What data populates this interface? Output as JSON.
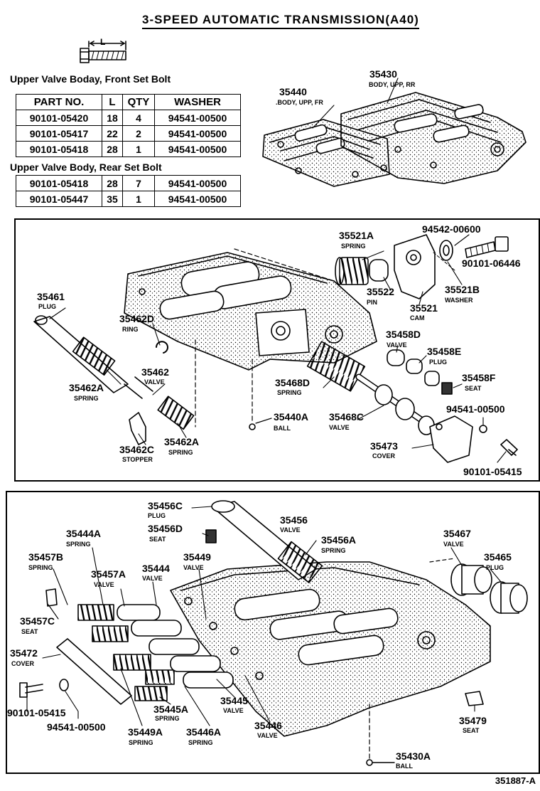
{
  "title": "3-SPEED AUTOMATIC TRANSMISSION(A40)",
  "bolt_dim_label": "L",
  "front_bolt_heading": "Upper Valve Boday, Front Set Bolt",
  "rear_bolt_heading": "Upper Valve Body, Rear Set Bolt",
  "table_headers": [
    "PART NO.",
    "L",
    "QTY",
    "WASHER"
  ],
  "front_rows": [
    [
      "90101-05420",
      "18",
      "4",
      "94541-00500"
    ],
    [
      "90101-05417",
      "22",
      "2",
      "94541-00500"
    ],
    [
      "90101-05418",
      "28",
      "1",
      "94541-00500"
    ]
  ],
  "rear_rows": [
    [
      "90101-05418",
      "28",
      "7",
      "94541-00500"
    ],
    [
      "90101-05447",
      "35",
      "1",
      "94541-00500"
    ]
  ],
  "top_parts": {
    "p35440": {
      "num": "35440",
      "desc": ".BODY, UPP, FR"
    },
    "p35430": {
      "num": "35430",
      "desc": "BODY, UPP, RR"
    }
  },
  "mid_parts": {
    "p35521A": {
      "num": "35521A",
      "desc": "SPRING"
    },
    "p94542": {
      "num": "94542-00600"
    },
    "p90101_06446": {
      "num": "90101-06446"
    },
    "p35522": {
      "num": "35522",
      "desc": "PIN"
    },
    "p35521B": {
      "num": "35521B",
      "desc": "WASHER"
    },
    "p35521": {
      "num": "35521",
      "desc": "CAM"
    },
    "p35461": {
      "num": "35461",
      "desc": "PLUG"
    },
    "p35462D": {
      "num": "35462D",
      "desc": "RING"
    },
    "p35458D": {
      "num": "35458D",
      "desc": "VALVE"
    },
    "p35458E": {
      "num": "35458E",
      "desc": "PLUG"
    },
    "p35462": {
      "num": "35462",
      "desc": "VALVE"
    },
    "p35462A1": {
      "num": "35462A",
      "desc": "SPRING"
    },
    "p35468D": {
      "num": "35468D",
      "desc": "SPRING"
    },
    "p35458F": {
      "num": "35458F",
      "desc": "SEAT"
    },
    "p94541_mid": {
      "num": "94541-00500"
    },
    "p35440A": {
      "num": "35440A",
      "desc": "BALL"
    },
    "p35468C": {
      "num": "35468C",
      "desc": "VALVE"
    },
    "p35462A2": {
      "num": "35462A",
      "desc": "SPRING"
    },
    "p35462C": {
      "num": "35462C",
      "desc": "STOPPER"
    },
    "p35473": {
      "num": "35473",
      "desc": "COVER"
    },
    "p90101_05415_mid": {
      "num": "90101-05415"
    }
  },
  "bot_parts": {
    "p35456C": {
      "num": "35456C",
      "desc": "PLUG"
    },
    "p35456": {
      "num": "35456",
      "desc": "VALVE"
    },
    "p35456D": {
      "num": "35456D",
      "desc": "SEAT"
    },
    "p35444A": {
      "num": "35444A",
      "desc": "SPRING"
    },
    "p35456A": {
      "num": "35456A",
      "desc": "SPRING"
    },
    "p35467": {
      "num": "35467",
      "desc": "VALVE"
    },
    "p35457B": {
      "num": "35457B",
      "desc": "SPRING"
    },
    "p35449": {
      "num": "35449",
      "desc": "VALVE"
    },
    "p35465": {
      "num": "35465",
      "desc": "PLUG"
    },
    "p35457A": {
      "num": "35457A",
      "desc": "VALVE"
    },
    "p35444": {
      "num": "35444",
      "desc": "VALVE"
    },
    "p35457C": {
      "num": "35457C",
      "desc": "SEAT"
    },
    "p35472": {
      "num": "35472",
      "desc": "COVER"
    },
    "p35445A": {
      "num": "35445A",
      "desc": "SPRING"
    },
    "p35445": {
      "num": "35445",
      "desc": "VALVE"
    },
    "p90101_05415_bot": {
      "num": "90101-05415"
    },
    "p35446": {
      "num": "35446",
      "desc": "VALVE"
    },
    "p35479": {
      "num": "35479",
      "desc": "SEAT"
    },
    "p94541_bot": {
      "num": "94541-00500"
    },
    "p35449A": {
      "num": "35449A",
      "desc": "SPRING"
    },
    "p35446A": {
      "num": "35446A",
      "desc": "SPRING"
    },
    "p35430A": {
      "num": "35430A",
      "desc": "BALL"
    }
  },
  "figure_ref": "351887-A"
}
